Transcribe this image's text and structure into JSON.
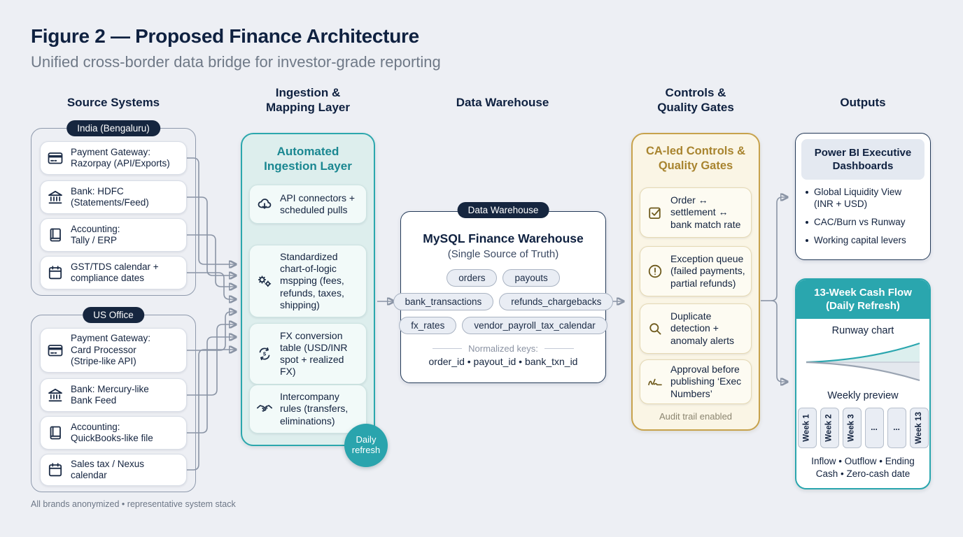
{
  "page": {
    "title": "Figure 2 — Proposed Finance Architecture",
    "subtitle": "Unified cross-border data bridge for investor-grade reporting",
    "footnote": "All brands anonymized • representative system stack"
  },
  "colors": {
    "background": "#edeff4",
    "navy": "#16263f",
    "accent_teal": "#2ba7ad",
    "accent_gold": "#c7a24c",
    "connector_gray": "#8a94a5"
  },
  "source": {
    "header": "Source Systems",
    "groups": [
      {
        "label": "India (Bengaluru)",
        "items": [
          {
            "icon": "credit-card",
            "text": "Payment Gateway:\nRazorpay (API/Exports)"
          },
          {
            "icon": "bank",
            "text": "Bank: HDFC\n(Statements/Feed)"
          },
          {
            "icon": "ledger-book",
            "text": "Accounting:\nTally / ERP"
          },
          {
            "icon": "calendar",
            "text": "GST/TDS calendar +\ncompliance dates"
          }
        ]
      },
      {
        "label": "US Office",
        "items": [
          {
            "icon": "credit-card",
            "text": "Payment Gateway:\nCard Processor\n(Stripe-like API)"
          },
          {
            "icon": "bank",
            "text": "Bank: Mercury-like\nBank Feed"
          },
          {
            "icon": "ledger-book",
            "text": "Accounting:\nQuickBooks-like file"
          },
          {
            "icon": "calendar",
            "text": "Sales tax / Nexus\ncalendar"
          }
        ]
      }
    ]
  },
  "ingestion": {
    "header": "Ingestion &\nMapping Layer",
    "box_title": "Automated\nIngestion Layer",
    "items": [
      {
        "icon": "cloud-download",
        "text": "API connectors +\nscheduled pulls"
      },
      {
        "icon": "gears",
        "text": "Standardized\nchart-of-logic\nmspping (fees,\nrefunds, taxes,\nshipping)"
      },
      {
        "icon": "fx-exchange",
        "text": "FX conversion\ntable (USD/INR\nspot + realized\nFX)"
      },
      {
        "icon": "handshake",
        "text": "Intercompany\nrules (transfers,\neliminations)"
      }
    ],
    "badge": "Daily\nrefresh"
  },
  "warehouse": {
    "header": "Data Warehouse",
    "pill": "Data Warehouse",
    "title": "MySQL Finance Warehouse",
    "subtitle": "(Single Source of Truth)",
    "tables": [
      "orders",
      "payouts",
      "bank_transactions",
      "refunds_chargebacks",
      "fx_rates",
      "vendor_payroll_tax_calendar"
    ],
    "keys_label": "Normalized keys:",
    "keys": "order_id • payout_id • bank_txn_id"
  },
  "controls": {
    "header": "Controls &\nQuality Gates",
    "box_title": "CA-led Controls &\nQuality Gates",
    "items": [
      {
        "icon": "checkbox",
        "text": "Order ↔\nsettlement ↔\nbank match rate"
      },
      {
        "icon": "alert-circle",
        "text": "Exception queue\n(failed payments,\npartial refunds)"
      },
      {
        "icon": "magnifier",
        "text": "Duplicate\ndetection +\nanomaly alerts"
      },
      {
        "icon": "signature",
        "text": "Approval before\npublishing ‘Exec\nNumbers’"
      }
    ],
    "footer": "Audit trail enabled"
  },
  "outputs": {
    "header": "Outputs",
    "powerbi": {
      "title": "Power BI Executive\nDashboards",
      "bullets": [
        "Global Liquidity View\n(INR + USD)",
        "CAC/Burn vs Runway",
        "Working capital levers"
      ]
    },
    "cashflow": {
      "title": "13-Week Cash Flow\n(Daily Refresh)",
      "chart_label": "Runway chart",
      "preview_label": "Weekly preview",
      "weeks": [
        "Week 1",
        "Week 2",
        "Week 3",
        "...",
        "...",
        "Week 13"
      ],
      "footer": "Inflow • Outflow • Ending\nCash • Zero-cash date"
    }
  }
}
